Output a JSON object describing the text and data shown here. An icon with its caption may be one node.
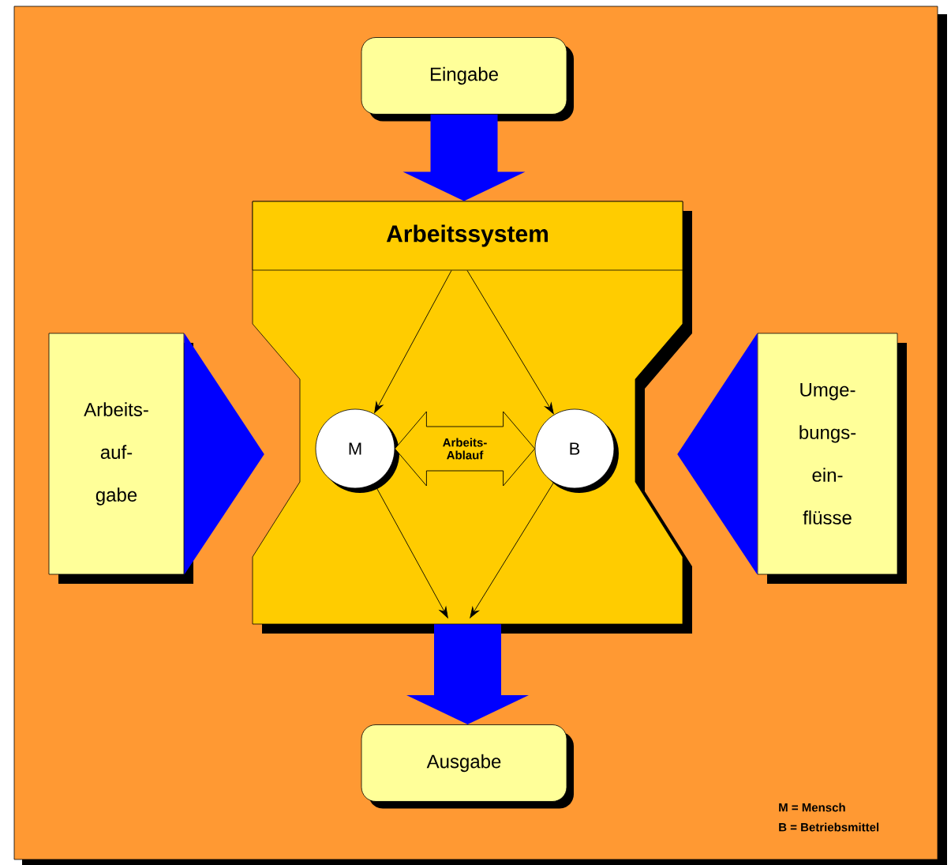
{
  "diagram": {
    "nodes": [
      {
        "text": [
          "Eingabe"
        ]
      },
      {
        "text": [],
        "shape": "box"
      },
      {
        "text": [
          "Arbeitssystem"
        ],
        "in": 1
      },
      {
        "text": [
          "M"
        ],
        "in": 1
      },
      {
        "text": [
          "B"
        ],
        "in": 1
      },
      {
        "text": [
          "Arbeits- auf- gabe"
        ]
      },
      {
        "text": [
          "Umge- bungs- ein- flüsse"
        ]
      },
      {
        "text": [
          "Ausgabe"
        ]
      }
    ],
    "edges": [
      {
        "from": 0,
        "to": 2,
        "arrow": "to",
        "style": "thick",
        "color": "#0000ff"
      },
      {
        "from": 5,
        "to": 1,
        "arrow": "to",
        "style": "thick",
        "color": "#0000ff"
      },
      {
        "from": 6,
        "to": 1,
        "arrow": "to",
        "style": "thick",
        "color": "#0000ff"
      },
      {
        "from": 2,
        "to": 3,
        "arrow": "to"
      },
      {
        "from": 2,
        "to": 4,
        "arrow": "to"
      },
      {
        "from": 3,
        "to": 4,
        "arrow": "both",
        "label": "Arbeits- Ablauf"
      },
      {
        "from": 3,
        "to": 1,
        "arrow": "to"
      },
      {
        "from": 4,
        "to": 1,
        "arrow": "to"
      },
      {
        "from": 1,
        "to": 7,
        "arrow": "to",
        "style": "thick",
        "color": "#0000ff"
      }
    ],
    "labels": [
      "M = Mensch",
      "B = Betriebsmittel"
    ]
  }
}
